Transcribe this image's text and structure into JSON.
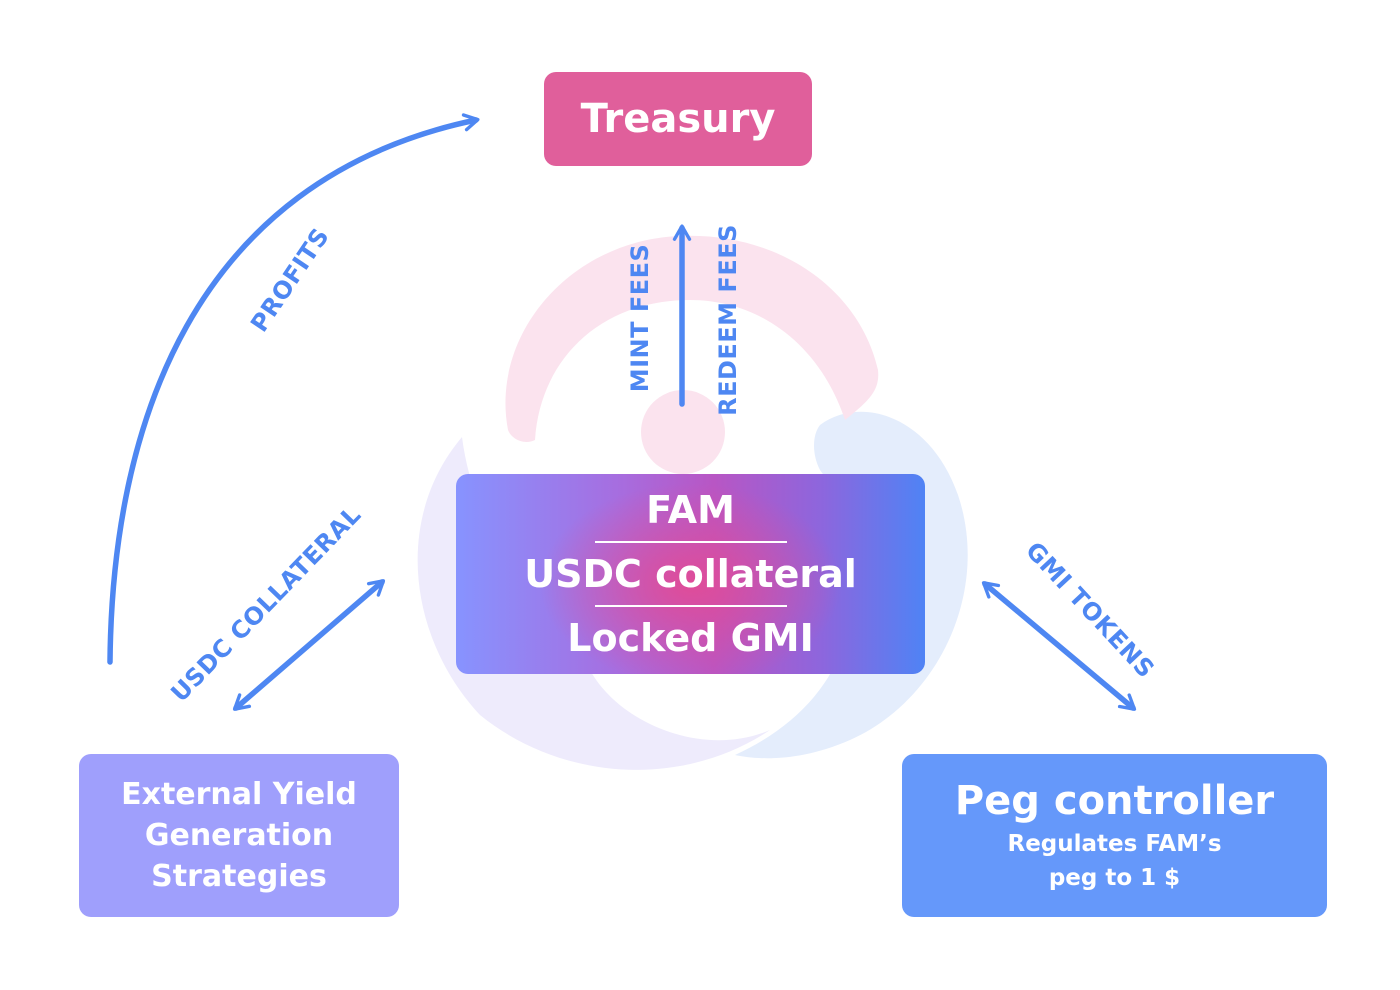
{
  "nodes": {
    "treasury": "Treasury",
    "core": {
      "line1": "FAM",
      "line2": "USDC collateral",
      "line3": "Locked GMI"
    },
    "yield": "External Yield\nGeneration\nStrategies",
    "peg": {
      "title": "Peg controller",
      "subtitle": "Regulates FAM’s\npeg to 1 $"
    }
  },
  "edges": {
    "profits": "PROFITS",
    "mint_fees": "MINT FEES",
    "redeem_fees": "REDEEM FEES",
    "usdc_collateral": "USDC COLLATERAL",
    "gmi_tokens": "GMI TOKENS"
  },
  "colors": {
    "arrow": "#4e87f2",
    "treasury": "#e05f9b",
    "yield": "#9f9ffc",
    "peg": "#6598fa",
    "logo_pink": "#fbe3ee",
    "logo_lavender": "#eeebfc",
    "logo_blue": "#e4edfc"
  }
}
